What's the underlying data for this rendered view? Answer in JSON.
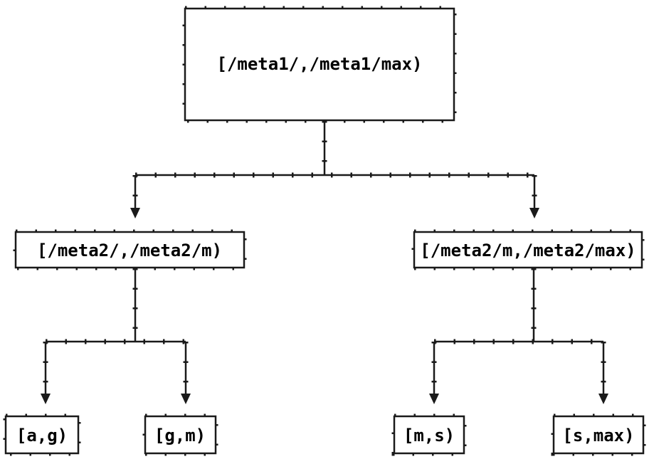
{
  "diagram": {
    "type": "tree",
    "root": {
      "label": "[/meta1/,/meta1/max)"
    },
    "branches": [
      {
        "label": "[/meta2/,/meta2/m)",
        "children": [
          {
            "label": "[a,g)"
          },
          {
            "label": "[g,m)"
          }
        ]
      },
      {
        "label": "[/meta2/m,/meta2/max)",
        "children": [
          {
            "label": "[m,s)"
          },
          {
            "label": "[s,max)"
          }
        ]
      }
    ],
    "colors": {
      "line": "#1a1a1a",
      "text": "#000000",
      "background": "#ffffff"
    }
  }
}
